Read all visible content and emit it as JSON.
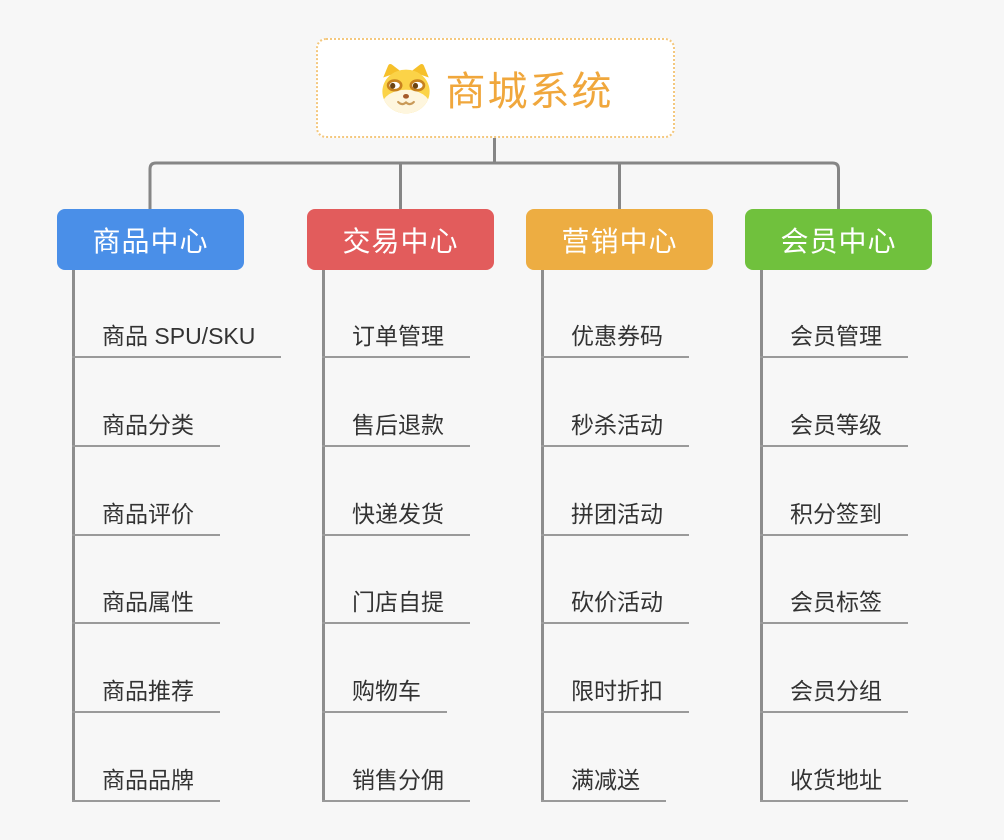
{
  "root": {
    "title": "商城系统",
    "icon": "doge-face-icon",
    "accent_color": "#F0A73C",
    "border_color": "#F4C87E"
  },
  "connector": {
    "line_color": "#868686",
    "underline_color": "#9A9A9A"
  },
  "branches": [
    {
      "label": "商品中心",
      "color": "#4A8FE8",
      "items": [
        "商品 SPU/SKU",
        "商品分类",
        "商品评价",
        "商品属性",
        "商品推荐",
        "商品品牌"
      ]
    },
    {
      "label": "交易中心",
      "color": "#E25C5C",
      "items": [
        "订单管理",
        "售后退款",
        "快递发货",
        "门店自提",
        "购物车",
        "销售分佣"
      ]
    },
    {
      "label": "营销中心",
      "color": "#EDAD42",
      "items": [
        "优惠券码",
        "秒杀活动",
        "拼团活动",
        "砍价活动",
        "限时折扣",
        "满减送"
      ]
    },
    {
      "label": "会员中心",
      "color": "#70C13D",
      "items": [
        "会员管理",
        "会员等级",
        "积分签到",
        "会员标签",
        "会员分组",
        "收货地址"
      ]
    }
  ]
}
